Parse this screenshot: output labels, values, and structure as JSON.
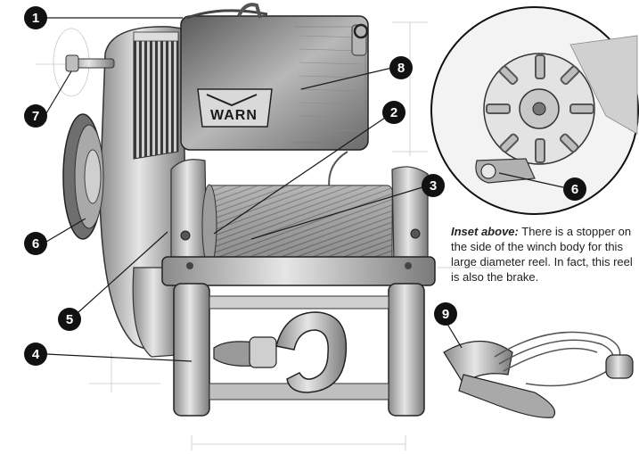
{
  "logo": {
    "text": "WARN"
  },
  "inset_caption": {
    "lead": "Inset above:",
    "body": "There is a stopper on the side of the winch body for this large diameter reel. In fact, this reel is also the brake."
  },
  "callouts": [
    {
      "id": "1",
      "label": "1"
    },
    {
      "id": "2",
      "label": "2"
    },
    {
      "id": "3",
      "label": "3"
    },
    {
      "id": "4",
      "label": "4"
    },
    {
      "id": "5",
      "label": "5"
    },
    {
      "id": "6",
      "label": "6"
    },
    {
      "id": "6b",
      "label": "6"
    },
    {
      "id": "7",
      "label": "7"
    },
    {
      "id": "8",
      "label": "8"
    },
    {
      "id": "9",
      "label": "9"
    }
  ],
  "colors": {
    "ink": "#1a1a1a",
    "badge": "#111111",
    "shade": "#9a9a9a",
    "light": "#d8d8d8"
  }
}
